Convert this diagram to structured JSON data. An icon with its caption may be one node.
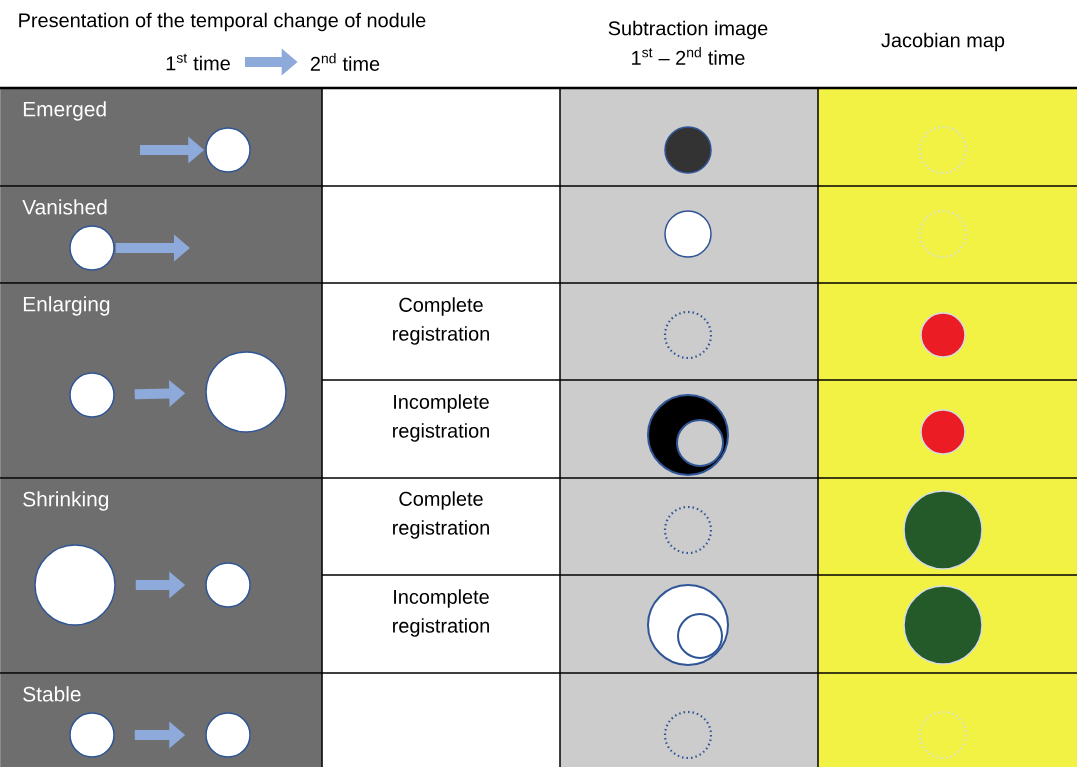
{
  "diagram": {
    "nodes": [
      {
        "text": [
          "1$^{st}$ time"
        ]
      },
      {
        "text": [
          "2$^{nd}$ time"
        ]
      },
      {
        "text": [
          "Emerged"
        ]
      },
      {
        "text": [],
        "shape": "circle",
        "in": 2
      },
      {
        "text": [
          "Vanished"
        ]
      },
      {
        "text": [],
        "shape": "circle",
        "in": 4
      },
      {
        "text": [
          "Enlarging"
        ]
      },
      {
        "text": [],
        "shape": "circle",
        "in": 6
      },
      {
        "text": [],
        "shape": "circle",
        "in": 6
      },
      {
        "text": [
          "Shrinking"
        ]
      },
      {
        "text": [],
        "shape": "circle",
        "in": 9
      },
      {
        "text": [],
        "shape": "circle",
        "in": 9
      },
      {
        "text": [
          "Stable"
        ]
      },
      {
        "text": [],
        "shape": "circle",
        "in": 12
      },
      {
        "text": [],
        "shape": "circle",
        "in": 12
      }
    ],
    "edges": [
      {
        "from": 0,
        "to": 1,
        "arrow": "to"
      },
      {
        "from": null,
        "to": 3,
        "arrow": "to"
      },
      {
        "from": 5,
        "to": null,
        "arrow": "to"
      },
      {
        "from": 7,
        "to": 8,
        "arrow": "to"
      },
      {
        "from": 10,
        "to": 11,
        "arrow": "to"
      },
      {
        "from": 13,
        "to": 14,
        "arrow": "to"
      }
    ],
    "labels": [
      "Presentation of the temporal change of nodule",
      "Subtraction image",
      "1$^{st}$ – 2$^{nd}$ time",
      "Jacobian map",
      "Complete registration",
      "Incomplete registration",
      "Complete registration",
      "Incomplete registration"
    ]
  }
}
